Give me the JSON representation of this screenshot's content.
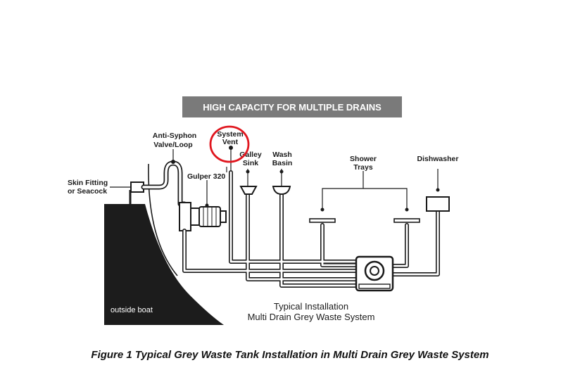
{
  "banner": "HIGH CAPACITY FOR MULTIPLE DRAINS",
  "labels": {
    "anti_syphon_line1": "Anti-Syphon",
    "anti_syphon_line2": "Valve/Loop",
    "system_vent_line1": "System",
    "system_vent_line2": "Vent",
    "galley_line1": "Galley",
    "galley_line2": "Sink",
    "wash_line1": "Wash",
    "wash_line2": "Basin",
    "shower_line1": "Shower",
    "shower_line2": "Trays",
    "dishwasher": "Dishwasher",
    "skin_line1": "Skin Fitting",
    "skin_line2": "or Seacock",
    "gulper": "Gulper 320",
    "outside_boat": "outside boat"
  },
  "install_title": {
    "line1": "Typical Installation",
    "line2": "Multi Drain Grey Waste System"
  },
  "caption": "Figure 1 Typical Grey Waste Tank Installation in Multi Drain Grey Waste System",
  "colors": {
    "banner_bg": "#7a7a7a",
    "highlight_ring": "#e0161e",
    "hull": "#1c1c1c"
  }
}
